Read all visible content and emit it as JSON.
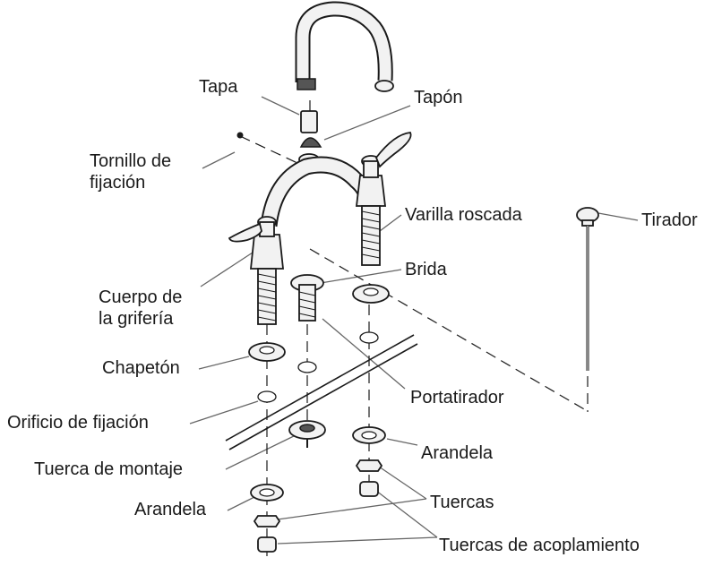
{
  "labels": {
    "tapa": "Tapa",
    "tapon": "Tapón",
    "tornillo_line1": "Tornillo de",
    "tornillo_line2": "fijación",
    "varilla": "Varilla roscada",
    "tirador": "Tirador",
    "brida": "Brida",
    "cuerpo_line1": "Cuerpo de",
    "cuerpo_line2": "la grifería",
    "chapeton": "Chapetón",
    "portatirador": "Portatirador",
    "orificio": "Orificio de fijación",
    "arandela_right": "Arandela",
    "tuerca_montaje": "Tuerca de montaje",
    "arandela_left": "Arandela",
    "tuercas": "Tuercas",
    "tuercas_acoplamiento": "Tuercas de acoplamiento"
  },
  "colors": {
    "ink": "#1a1a1a",
    "leader": "#666666",
    "part_fill": "#f2f2f2"
  }
}
